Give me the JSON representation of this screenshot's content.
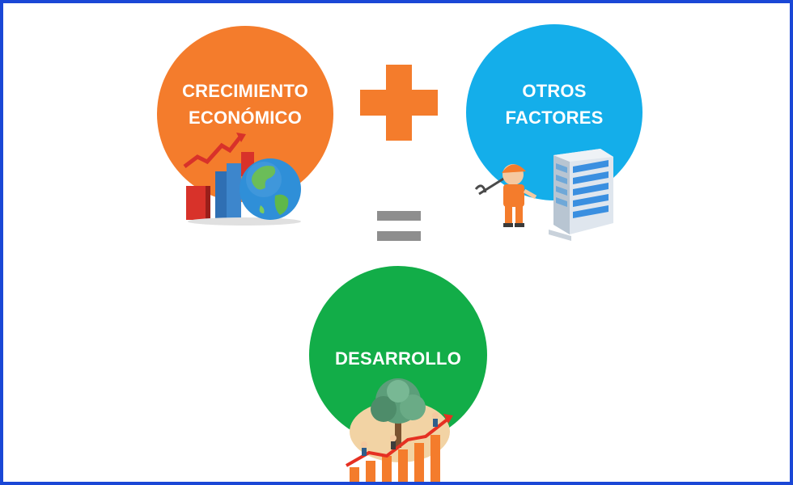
{
  "nodes": {
    "crecimiento": {
      "line1": "CRECIMIENTO",
      "line2": "ECONÓMICO",
      "color": "#f47c2c",
      "icon": "growth-chart-globe-icon"
    },
    "otros": {
      "line1": "OTROS",
      "line2": "FACTORES",
      "color": "#14aeea",
      "icon": "worker-building-icon"
    },
    "desarrollo": {
      "line1": "DESARROLLO",
      "color": "#12ad48",
      "icon": "people-climbing-growth-icon"
    }
  },
  "operators": {
    "plus": "plus-icon",
    "equals": "equals-icon",
    "plus_color": "#f47c2c",
    "equals_color": "#8e8e8e"
  },
  "frame_color": "#1a47d6"
}
